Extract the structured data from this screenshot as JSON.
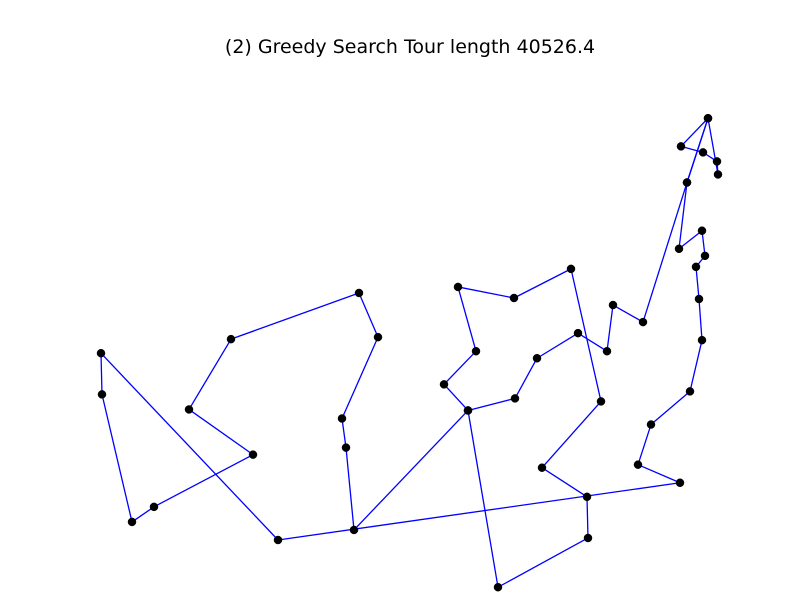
{
  "chart_data": {
    "type": "line",
    "title": "(2)  Greedy Search  Tour length 40526.4",
    "xlabel": "",
    "ylabel": "",
    "grid": false,
    "axes_visible": false,
    "colors": {
      "line": "#0000ff",
      "marker": "#000000",
      "background": "#ffffff"
    },
    "xlim": [
      101,
      718
    ],
    "ylim": [
      62,
      540
    ],
    "series": [
      {
        "x": [
          101,
          278,
          680,
          638,
          651,
          690,
          702,
          699,
          696,
          705,
          702,
          679,
          687,
          708,
          718,
          717,
          703,
          681,
          708,
          687,
          643,
          613,
          607,
          578,
          537,
          515,
          468,
          444,
          476,
          458,
          514,
          571,
          601,
          542,
          587,
          588,
          498,
          468,
          354,
          346,
          342,
          378,
          359,
          231,
          189,
          253,
          154,
          132,
          102,
          101
        ],
        "y": [
          248,
          62,
          119,
          137,
          177,
          210,
          261,
          302,
          334,
          345,
          370,
          352,
          418,
          482,
          426,
          439,
          448,
          454,
          482,
          418,
          279,
          296,
          250,
          268,
          243,
          203,
          191,
          217,
          250,
          314,
          303,
          332,
          200,
          134,
          105,
          64,
          15,
          191,
          72,
          154,
          183,
          264,
          308,
          262,
          192,
          147,
          95,
          80,
          207,
          248
        ]
      }
    ]
  }
}
